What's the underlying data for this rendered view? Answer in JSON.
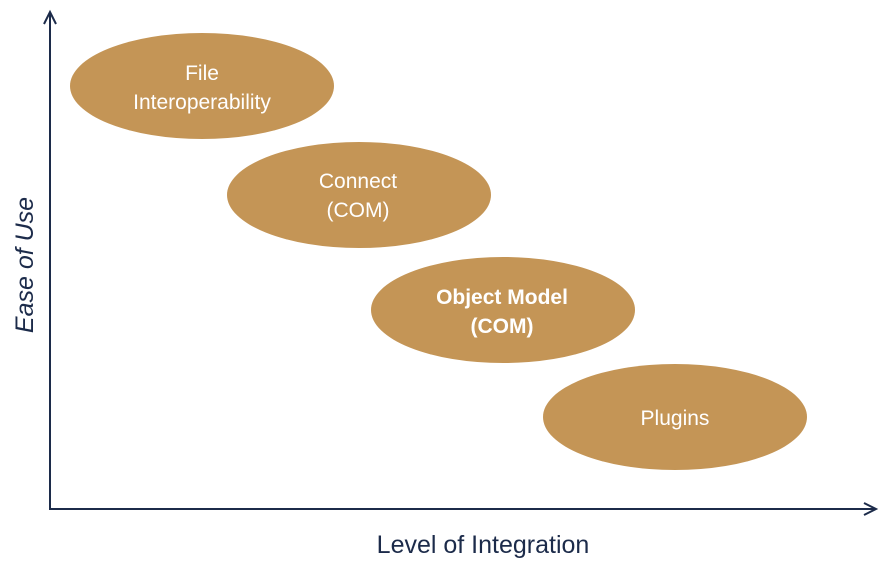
{
  "axes": {
    "x_label": "Level of Integration",
    "y_label": "Ease of Use"
  },
  "colors": {
    "ellipse_fill": "#c49556",
    "ellipse_text": "#ffffff",
    "axis": "#1c2b4a"
  },
  "nodes": [
    {
      "line1": "File",
      "line2": "Interoperability",
      "bold": false
    },
    {
      "line1": "Connect",
      "line2": "(COM)",
      "bold": false
    },
    {
      "line1": "Object Model",
      "line2": "(COM)",
      "bold": true
    },
    {
      "line1": "Plugins",
      "line2": "",
      "bold": false
    }
  ]
}
